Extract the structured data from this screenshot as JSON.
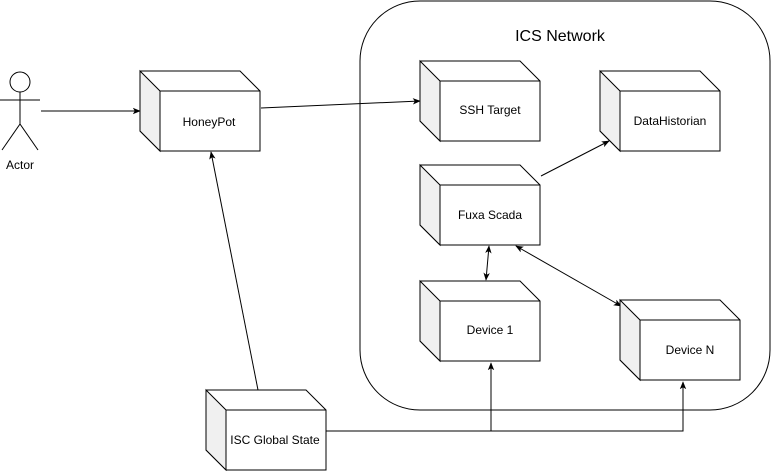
{
  "colors": {
    "stroke": "#000000",
    "box_fill": "#ffffff",
    "box_side_fill": "#f0f0f0",
    "background": "#ffffff"
  },
  "group": {
    "title": "ICS Network"
  },
  "actor": {
    "label": "Actor",
    "icon": "person-icon"
  },
  "nodes": {
    "honeypot": "HoneyPot",
    "ssh_target": "SSH Target",
    "datahistorian": "DataHistorian",
    "fuxa_scada": "Fuxa Scada",
    "device_1": "Device 1",
    "device_n": "Device N",
    "isc_global_state": "ISC Global State"
  },
  "edges": [
    {
      "from": "Actor",
      "to": "HoneyPot",
      "direction": "forward"
    },
    {
      "from": "HoneyPot",
      "to": "SSH Target",
      "direction": "forward"
    },
    {
      "from": "Fuxa Scada",
      "to": "DataHistorian",
      "direction": "forward"
    },
    {
      "from": "Fuxa Scada",
      "to": "Device 1",
      "direction": "both"
    },
    {
      "from": "Fuxa Scada",
      "to": "Device N",
      "direction": "both"
    },
    {
      "from": "ISC Global State",
      "to": "HoneyPot",
      "direction": "forward"
    },
    {
      "from": "ISC Global State",
      "to": "Device 1",
      "direction": "forward"
    },
    {
      "from": "ISC Global State",
      "to": "Device N",
      "direction": "forward"
    }
  ]
}
